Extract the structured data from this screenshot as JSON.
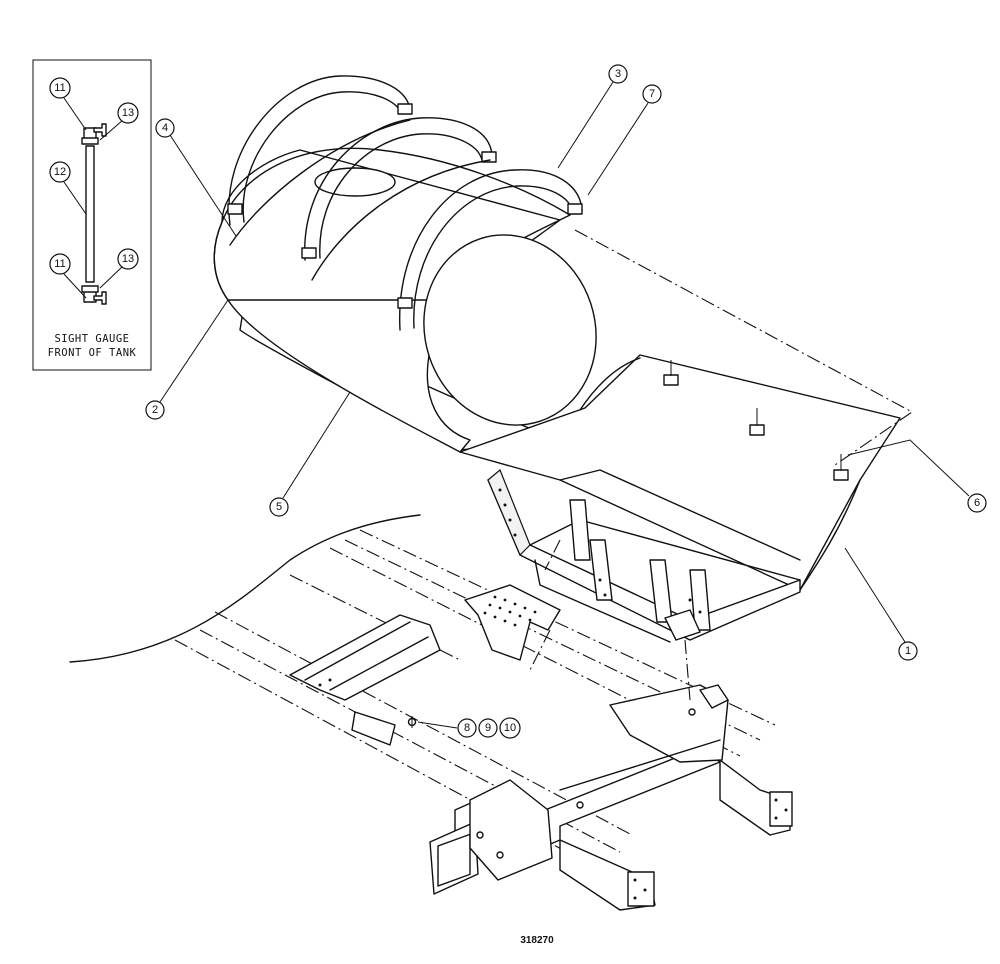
{
  "callouts": {
    "c1": "1",
    "c2": "2",
    "c3": "3",
    "c4": "4",
    "c5": "5",
    "c6": "6",
    "c7": "7",
    "c8": "8",
    "c9": "9",
    "c10": "10",
    "inset_c11a": "11",
    "inset_c11b": "11",
    "inset_c12": "12",
    "inset_c13a": "13",
    "inset_c13b": "13"
  },
  "inset": {
    "caption_line1": "SIGHT GAUGE",
    "caption_line2": "FRONT OF TANK"
  },
  "drawing_number": "318270"
}
